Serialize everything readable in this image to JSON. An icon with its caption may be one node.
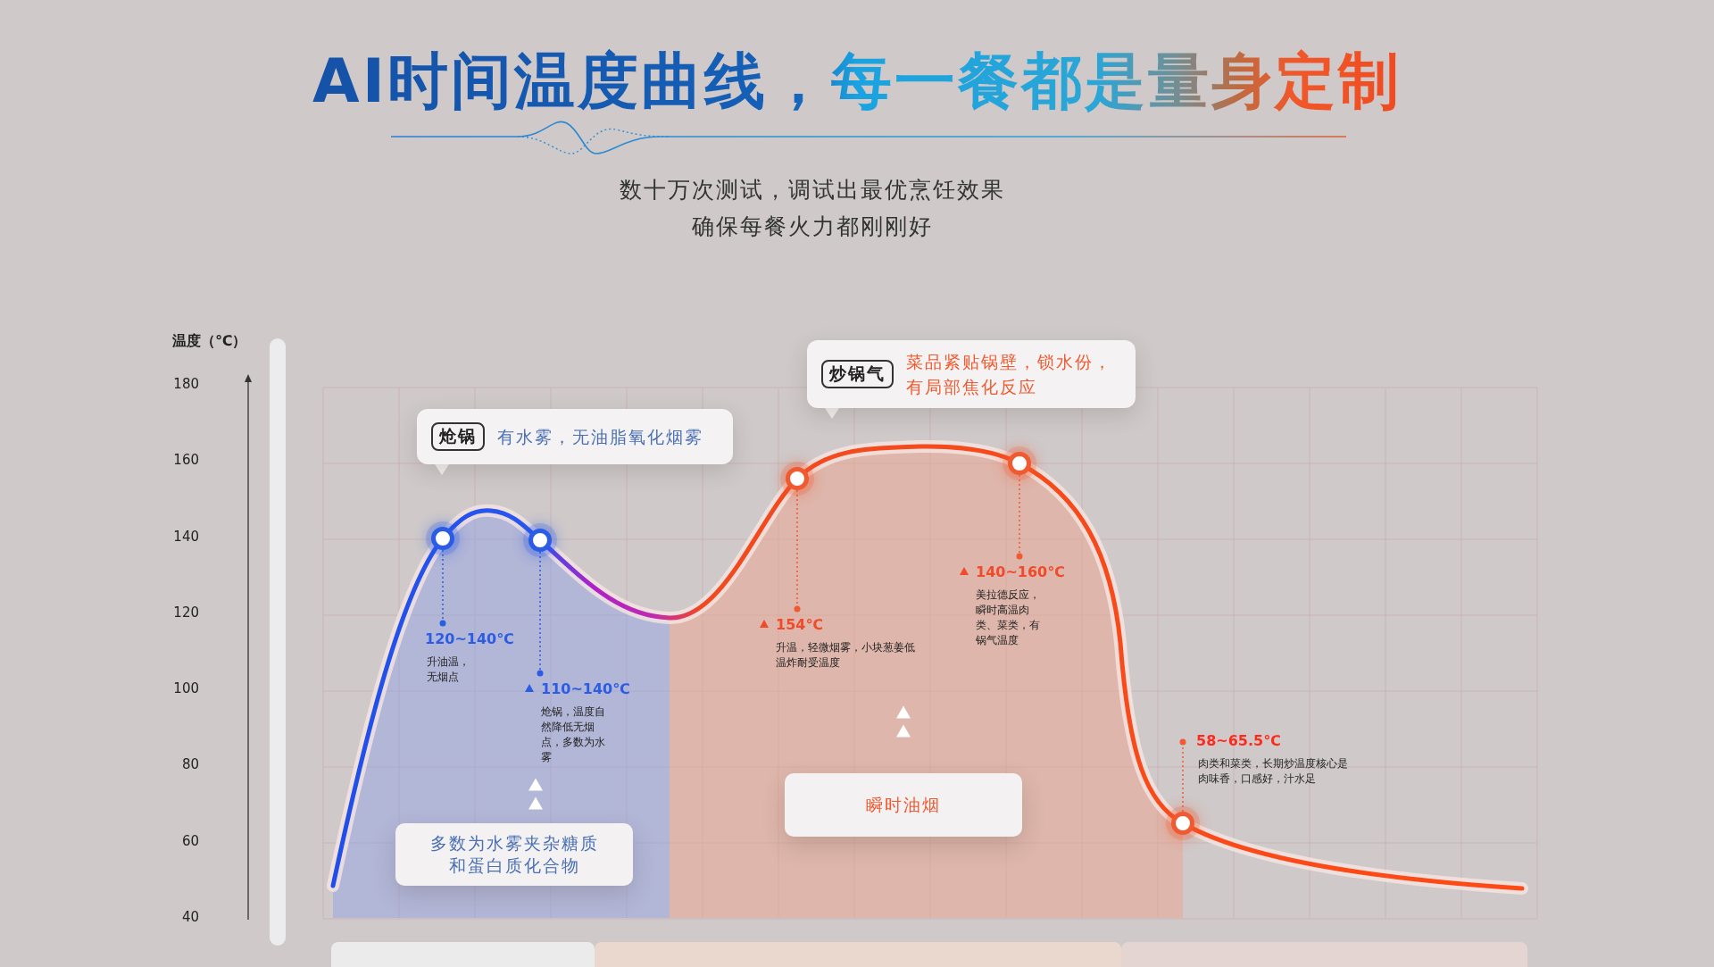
{
  "diagram": {
    "title": "AI时间温度曲线，每一餐都是量身定制",
    "nodes": [
      {
        "text": [
          "炝锅",
          "有水雾，无油脂氧化烟雾"
        ]
      },
      {
        "text": [
          "炒锅气",
          "菜品紧贴锅壁，锁水份，有局部焦化反应"
        ]
      },
      {
        "text": [
          "多数为水雾夹杂糖质和蛋白质化合物"
        ]
      },
      {
        "text": [
          "瞬时油烟"
        ]
      },
      {
        "text": [],
        "shape": "circle"
      },
      {
        "text": [],
        "shape": "circle"
      },
      {
        "text": [],
        "shape": "circle"
      },
      {
        "text": [],
        "shape": "circle"
      },
      {
        "text": [],
        "shape": "circle"
      },
      {
        "text": [
          "120~140℃",
          "升油温，无烟点"
        ]
      },
      {
        "text": [
          "110~140℃",
          "炝锅，温度自然降低无烟点，多数为水雾"
        ]
      },
      {
        "text": [
          "154℃",
          "升温，轻微烟雾，小块葱姜低温炸耐受温度"
        ]
      },
      {
        "text": [
          "140~160℃",
          "美拉德反应，瞬时高温肉类、菜类，有锅气温度"
        ]
      },
      {
        "text": [
          "58~65.5℃",
          "肉类和菜类，长期炒温度核心是肉味香，口感好，汁水足"
        ]
      },
      {
        "text": [],
        "shape": "bar"
      },
      {
        "text": [],
        "shape": "bar"
      },
      {
        "text": [],
        "shape": "bar"
      }
    ],
    "edges": [
      {
        "from": 4,
        "to": 9,
        "arrow": "other",
        "style": "dashed",
        "color": "#2b5ce6"
      },
      {
        "from": 5,
        "to": 10,
        "arrow": "other",
        "style": "dashed",
        "color": "#2b5ce6"
      },
      {
        "from": 6,
        "to": 11,
        "arrow": "other",
        "style": "dashed"
      },
      {
        "from": 7,
        "to": 12,
        "arrow": "other",
        "style": "dashed"
      },
      {
        "from": 8,
        "to": 13,
        "arrow": "other",
        "style": "dashed"
      },
      {
        "from": 2,
        "to": 10,
        "arrow": "to",
        "color": "#ffffff"
      },
      {
        "from": 3,
        "to": 11,
        "arrow": "to",
        "color": "#ffffff"
      }
    ],
    "labels": [
      "数十万次测试，调试出最优烹饪效果",
      "确保每餐火力都刚刚好",
      "温度（℃）",
      "180",
      "160",
      "140",
      "120",
      "100",
      "80",
      "60",
      "40"
    ]
  }
}
